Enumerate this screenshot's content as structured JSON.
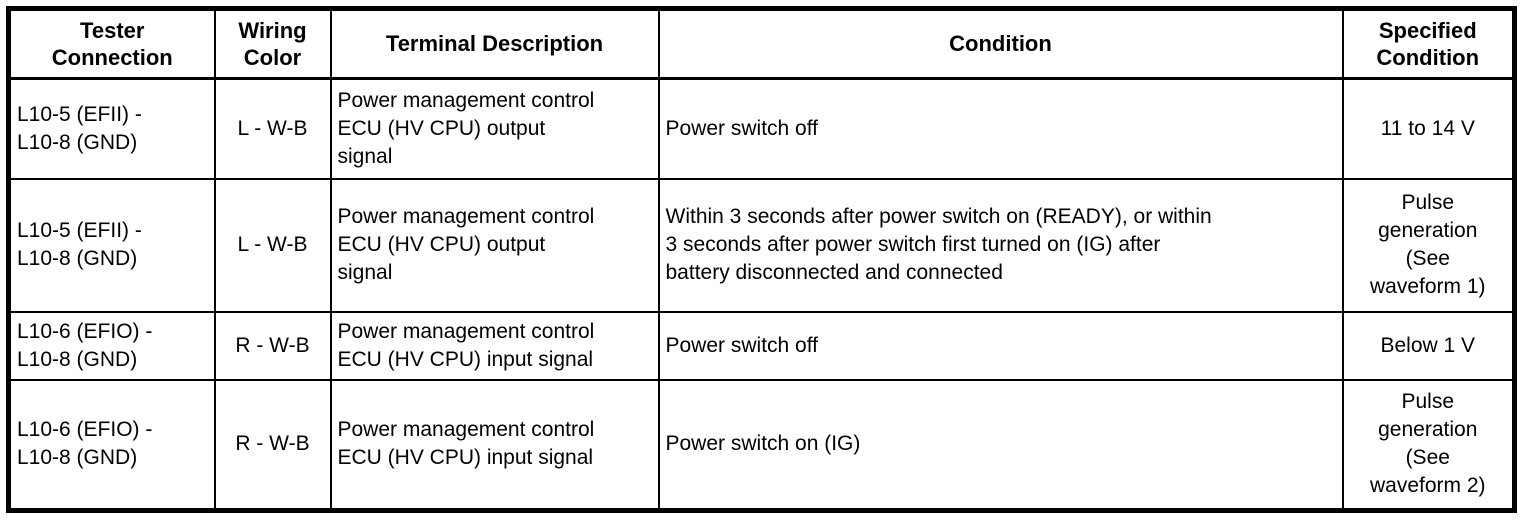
{
  "colors": {
    "border": "#000000",
    "background": "#ffffff",
    "text": "#000000"
  },
  "table": {
    "headers": [
      "Tester\nConnection",
      "Wiring\nColor",
      "Terminal Description",
      "Condition",
      "Specified\nCondition"
    ],
    "rows": [
      {
        "tester_connection": "L10-5 (EFII) -\nL10-8 (GND)",
        "wiring_color": "L - W-B",
        "terminal_description": "Power management control\nECU (HV CPU) output\nsignal",
        "condition": "Power switch off",
        "specified_condition": "11 to 14 V"
      },
      {
        "tester_connection": "L10-5 (EFII) -\nL10-8 (GND)",
        "wiring_color": "L - W-B",
        "terminal_description": "Power management control\nECU (HV CPU) output\nsignal",
        "condition": "Within 3 seconds after power switch on (READY), or within\n3 seconds after power switch first turned on (IG) after\nbattery disconnected and connected",
        "specified_condition": "Pulse\ngeneration\n(See\nwaveform 1)"
      },
      {
        "tester_connection": "L10-6 (EFIO) -\nL10-8 (GND)",
        "wiring_color": "R - W-B",
        "terminal_description": "Power management control\nECU (HV CPU) input signal",
        "condition": "Power switch off",
        "specified_condition": "Below 1 V"
      },
      {
        "tester_connection": "L10-6 (EFIO) -\nL10-8 (GND)",
        "wiring_color": "R - W-B",
        "terminal_description": "Power management control\nECU (HV CPU) input signal",
        "condition": "Power switch on (IG)",
        "specified_condition": "Pulse\ngeneration\n(See\nwaveform 2)"
      }
    ]
  }
}
